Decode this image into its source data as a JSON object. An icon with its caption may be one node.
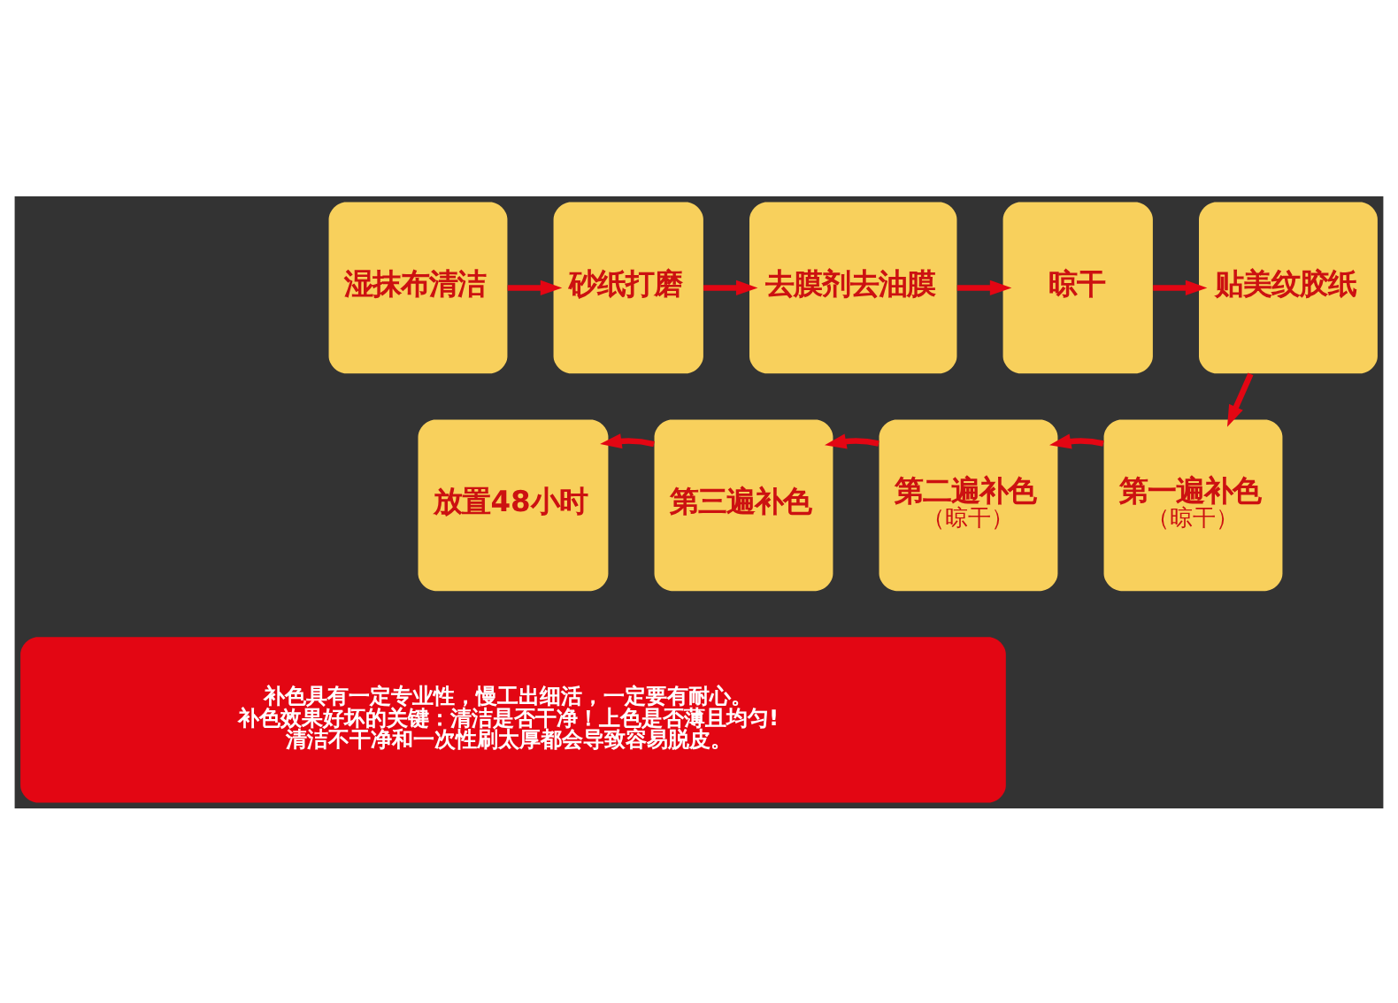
{
  "diagram": {
    "nodes": [
      {
        "text": [
          "湿抹布清洁"
        ]
      },
      {
        "text": [
          "砂纸打磨"
        ]
      },
      {
        "text": [
          "去膜剂去油膜"
        ]
      },
      {
        "text": [
          "晾干"
        ]
      },
      {
        "text": [
          "贴美纹胶纸"
        ]
      },
      {
        "text": [
          "放置48小时"
        ]
      },
      {
        "text": [
          "第三遍补色"
        ]
      },
      {
        "text": [
          "第二遍补色",
          "（晾干）"
        ]
      },
      {
        "text": [
          "第一遍补色",
          "（晾干）"
        ]
      },
      {
        "text": [
          "补色具有一定专业性，慢工出细活，一定要有耐心。",
          "补色效果好坏的关键：清洁是否干净！上色是否薄且均匀!",
          "清洁不干净和一次性刷太厚都会导致容易脱皮。"
        ]
      }
    ],
    "edges": [
      {
        "from": 0,
        "to": 1,
        "arrow": "to"
      },
      {
        "from": 1,
        "to": 2,
        "arrow": "to"
      },
      {
        "from": 2,
        "to": 3,
        "arrow": "to"
      },
      {
        "from": 3,
        "to": 4,
        "arrow": "to"
      },
      {
        "from": 4,
        "to": 8,
        "arrow": "to"
      },
      {
        "from": 8,
        "to": 7,
        "arrow": "to"
      },
      {
        "from": 7,
        "to": 6,
        "arrow": "to"
      },
      {
        "from": 6,
        "to": 5,
        "arrow": "to"
      }
    ]
  }
}
